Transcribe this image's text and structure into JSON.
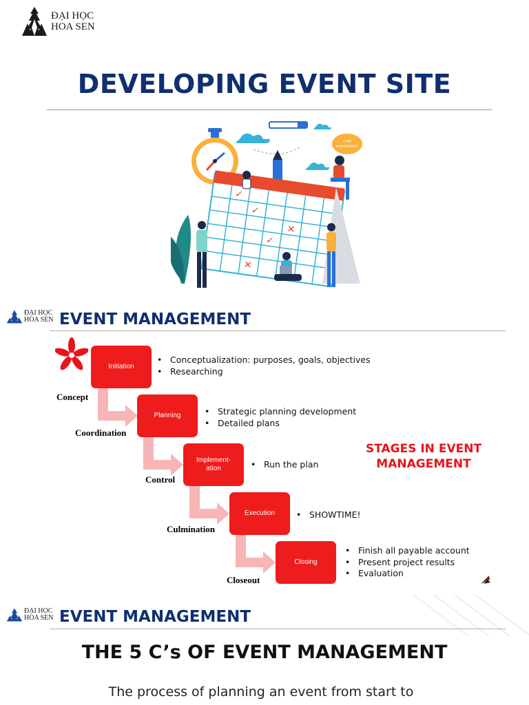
{
  "logo": {
    "line1": "ĐẠI HỌC",
    "line2": "HOA SEN"
  },
  "slide1": {
    "title": "DEVELOPING EVENT SITE",
    "illustration_badge": "TIME MANAGEMENT"
  },
  "slide2": {
    "header": "EVENT MANAGEMENT",
    "side_title": [
      "STAGES IN EVENT",
      "MANAGEMENT"
    ],
    "stages": [
      {
        "name": "Initiation",
        "label": "Concept",
        "bullets": [
          "Conceptualization: purposes, goals, objectives",
          "Researching"
        ]
      },
      {
        "name": "Planning",
        "label": "Coordination",
        "bullets": [
          "Strategic planning development",
          "Detailed plans"
        ]
      },
      {
        "name_line1": "Implement-",
        "name_line2": "ation",
        "label": "Control",
        "bullets": [
          "Run the plan"
        ]
      },
      {
        "name": "Execution",
        "label": "Culmination",
        "bullets": [
          "SHOWTIME!"
        ]
      },
      {
        "name": "Closing",
        "label": "Closeout",
        "bullets": [
          "Finish all payable account",
          "Present project results",
          "Evaluation"
        ]
      }
    ]
  },
  "slide3": {
    "header": "EVENT MANAGEMENT",
    "title": "THE 5 C’s OF EVENT MANAGEMENT",
    "body": "The process of planning an event from start to"
  },
  "colors": {
    "navy": "#0f2f6f",
    "stage_red": "#ee1c1c",
    "arrow_pink": "#f7b5b5"
  }
}
